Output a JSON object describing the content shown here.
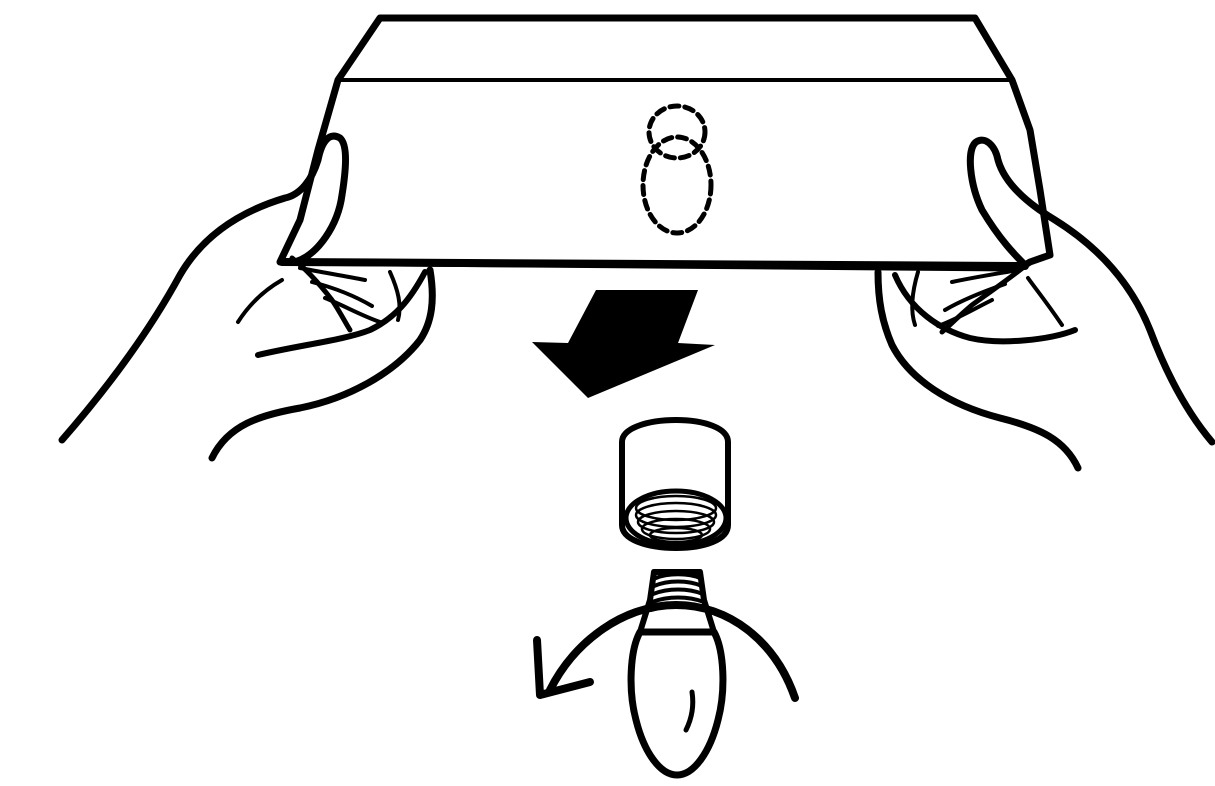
{
  "illustration": {
    "colors": {
      "line": "#000000",
      "background": "#ffffff",
      "arrow_fill": "#000000"
    },
    "parts": {
      "lamp_cover": "lamp-cover-shade",
      "cover_slot": "dashed-oval-slot",
      "left_hand": "left-hand",
      "right_hand": "right-hand",
      "down_arrow": "down-arrow",
      "socket": "lamp-socket",
      "bulb": "light-bulb",
      "rotation_arrow": "counterclockwise-rotation-arrow"
    }
  }
}
